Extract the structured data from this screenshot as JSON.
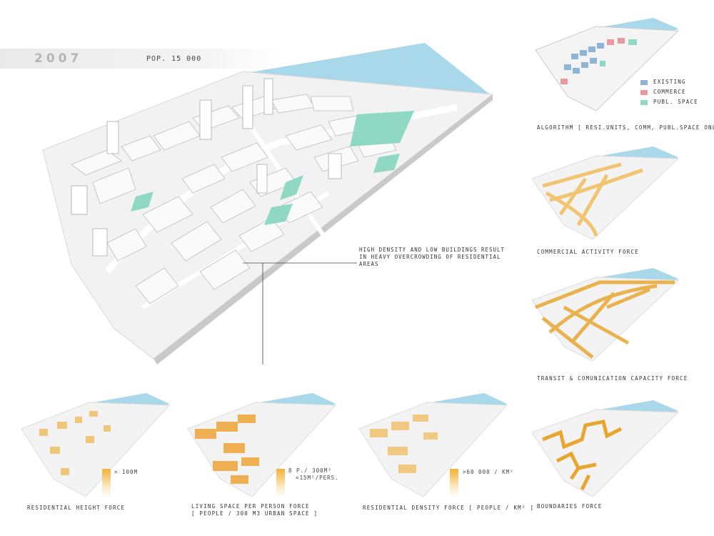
{
  "header": {
    "year": "2007",
    "population": "POP. 15 000"
  },
  "annotation": "High density and low buildings result in heavy overcrowding of residential areas",
  "legend": {
    "items": [
      {
        "label": "EXISTING",
        "color": "#8fb4d6"
      },
      {
        "label": "COMMERCE",
        "color": "#e99aa0"
      },
      {
        "label": "PUBL. SPACE",
        "color": "#8fd9c4"
      }
    ]
  },
  "captions": {
    "algorithm": "ALGORITHM [ RESI.UNITS, COMM, PUBL.SPACE ONLY]",
    "commercial": "COMMERCIAL ACTIVITY FORCE",
    "transit": "TRANSIT & COMUNICATION CAPACITY FORCE",
    "boundaries": "BOUNDARIES FORCE",
    "height": "RESIDENTIAL HEIGHT FORCE",
    "living_1": "LIVING SPACE PER PERSON FORCE",
    "living_2": "[ PEOPLE / 300 M3 URBAN SPACE ]",
    "density": "RESIDENTIAL DENSITY FORCE [ PEOPLE / KM² ]"
  },
  "scales": {
    "height": "> 100M",
    "living_1": "8 P./ 300M³",
    "living_2": "<15M²/PERS.",
    "density": ">60 000 / KM²"
  },
  "colors": {
    "water": "#a8d8ea",
    "force": "#f0b447",
    "public": "#8fd9c4"
  }
}
